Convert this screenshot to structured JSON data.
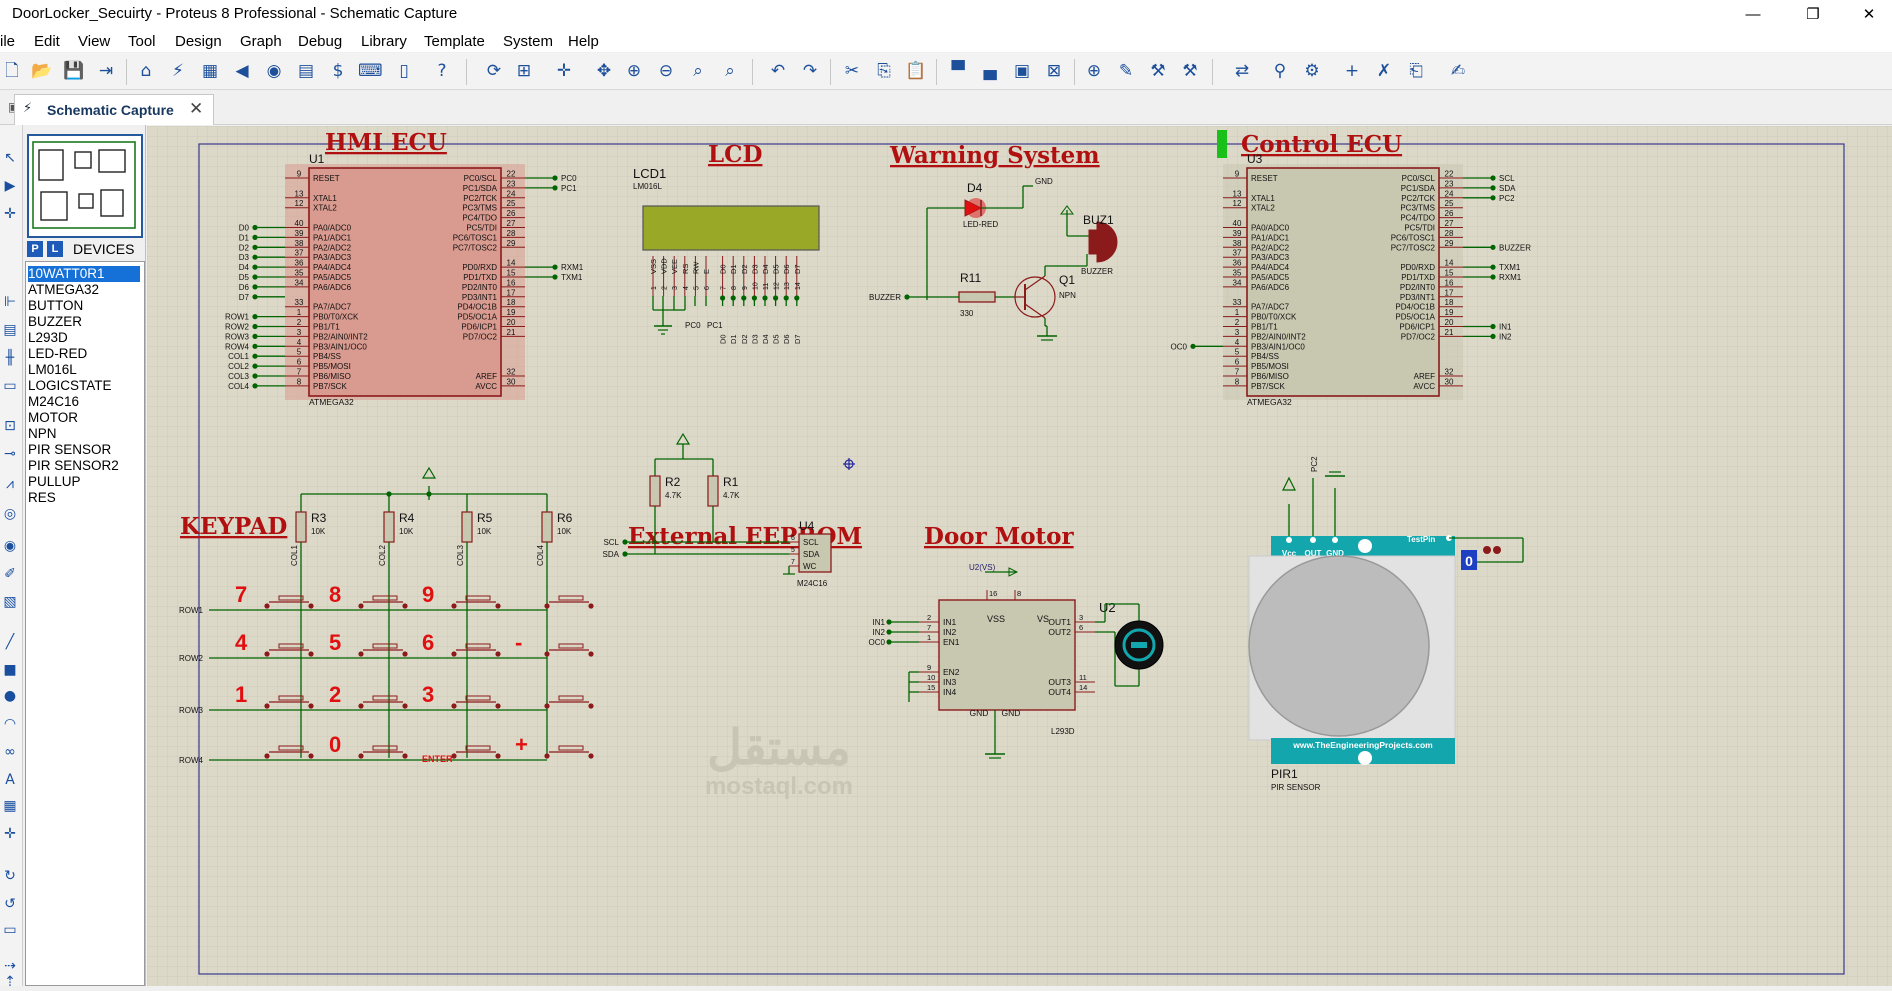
{
  "window": {
    "title": "DoorLocker_Secuirty - Proteus 8 Professional - Schematic Capture",
    "min_glyph": "—",
    "max_glyph": "❐",
    "close_glyph": "✕"
  },
  "menu": [
    "ile",
    "Edit",
    "View",
    "Tool",
    "Design",
    "Graph",
    "Debug",
    "Library",
    "Template",
    "System",
    "Help"
  ],
  "tab": {
    "label": "Schematic Capture",
    "close": "✕"
  },
  "panel": {
    "p_button": "P",
    "l_button": "L",
    "title": "DEVICES"
  },
  "devices": [
    "10WATT0R1",
    "ATMEGA32",
    "BUTTON",
    "BUZZER",
    "L293D",
    "LED-RED",
    "LM016L",
    "LOGICSTATE",
    "M24C16",
    "MOTOR",
    "NPN",
    "PIR SENSOR",
    "PIR SENSOR2",
    "PULLUP",
    "RES"
  ],
  "selected_device": "10WATT0R1",
  "colors": {
    "sheet": "#ddd9c9",
    "wire": "#006400",
    "body_red": "#d99a8f",
    "body_grey": "#c8c7b0",
    "outline": "#8b1a1a",
    "title_red": "#b01010",
    "lcd_screen": "#9aa828",
    "pir_teal": "#13a7ad",
    "selected_device": "#1570d8"
  },
  "schematic": {
    "section_titles": {
      "hmi": "HMI ECU",
      "lcd": "LCD",
      "warning": "Warning System",
      "control": "Control ECU",
      "keypad": "KEYPAD",
      "eeprom": "External EEPROM",
      "motor": "Door Motor"
    },
    "u1": {
      "ref": "U1",
      "part": "ATMEGA32",
      "left_pins": [
        [
          "9",
          "RESET"
        ],
        [
          "13",
          "XTAL1"
        ],
        [
          "12",
          "XTAL2"
        ],
        [
          "40",
          "PA0/ADC0"
        ],
        [
          "39",
          "PA1/ADC1"
        ],
        [
          "38",
          "PA2/ADC2"
        ],
        [
          "37",
          "PA3/ADC3"
        ],
        [
          "36",
          "PA4/ADC4"
        ],
        [
          "35",
          "PA5/ADC5"
        ],
        [
          "34",
          "PA6/ADC6"
        ],
        [
          "33",
          "PA7/ADC7"
        ],
        [
          "1",
          "PB0/T0/XCK"
        ],
        [
          "2",
          "PB1/T1"
        ],
        [
          "3",
          "PB2/AIN0/INT2"
        ],
        [
          "4",
          "PB3/AIN1/OC0"
        ],
        [
          "5",
          "PB4/SS"
        ],
        [
          "6",
          "PB5/MOSI"
        ],
        [
          "7",
          "PB6/MISO"
        ],
        [
          "8",
          "PB7/SCK"
        ]
      ],
      "right_pins": [
        [
          "22",
          "PC0/SCL"
        ],
        [
          "23",
          "PC1/SDA"
        ],
        [
          "24",
          "PC2/TCK"
        ],
        [
          "25",
          "PC3/TMS"
        ],
        [
          "26",
          "PC4/TDO"
        ],
        [
          "27",
          "PC5/TDI"
        ],
        [
          "28",
          "PC6/TOSC1"
        ],
        [
          "29",
          "PC7/TOSC2"
        ],
        [
          "14",
          "PD0/RXD"
        ],
        [
          "15",
          "PD1/TXD"
        ],
        [
          "16",
          "PD2/INT0"
        ],
        [
          "17",
          "PD3/INT1"
        ],
        [
          "18",
          "PD4/OC1B"
        ],
        [
          "19",
          "PD5/OC1A"
        ],
        [
          "20",
          "PD6/ICP1"
        ],
        [
          "21",
          "PD7/OC2"
        ],
        [
          "32",
          "AREF"
        ],
        [
          "30",
          "AVCC"
        ]
      ],
      "left_nets": [
        "D0",
        "D1",
        "D2",
        "D3",
        "D4",
        "D5",
        "D6",
        "D7",
        "ROW1",
        "ROW2",
        "ROW3",
        "ROW4",
        "COL1",
        "COL2",
        "COL3",
        "COL4"
      ],
      "right_nets": [
        "PC0",
        "PC1",
        "RXM1",
        "TXM1"
      ]
    },
    "u3": {
      "ref": "U3",
      "part": "ATMEGA32",
      "right_nets": [
        "SCL",
        "SDA",
        "PC2",
        "BUZZER",
        "TXM1",
        "RXM1",
        "IN1",
        "IN2"
      ],
      "left_nets": [
        "OC0"
      ]
    },
    "lcd": {
      "ref": "LCD1",
      "part": "LM016L",
      "pins": [
        "VSS",
        "VDD",
        "VEE",
        "RS",
        "RW",
        "E",
        "D0",
        "D1",
        "D2",
        "D3",
        "D4",
        "D5",
        "D6",
        "D7"
      ],
      "pin_numbers": [
        "1",
        "2",
        "3",
        "4",
        "5",
        "6",
        "7",
        "8",
        "9",
        "10",
        "11",
        "12",
        "13",
        "14"
      ],
      "nets": [
        "PC0",
        "PC1"
      ]
    },
    "warning": {
      "led_ref": "D4",
      "led_part": "LED-RED",
      "gnd": "GND",
      "res_ref": "R11",
      "res_val": "330",
      "q_ref": "Q1",
      "q_part": "NPN",
      "buz_ref": "BUZ1",
      "buz_part": "BUZZER",
      "net": "BUZZER"
    },
    "keypad": {
      "resistors": [
        {
          "ref": "R3",
          "val": "10K",
          "net": "COL1"
        },
        {
          "ref": "R4",
          "val": "10K",
          "net": "COL2"
        },
        {
          "ref": "R5",
          "val": "10K",
          "net": "COL3"
        },
        {
          "ref": "R6",
          "val": "10K",
          "net": "COL4"
        }
      ],
      "rows": [
        "ROW1",
        "ROW2",
        "ROW3",
        "ROW4"
      ],
      "keys": [
        [
          "7",
          "8",
          "9",
          ""
        ],
        [
          "4",
          "5",
          "6",
          "-"
        ],
        [
          "1",
          "2",
          "3",
          ""
        ],
        [
          "",
          "0",
          "ENTER",
          "+"
        ]
      ]
    },
    "eeprom": {
      "r2": {
        "ref": "R2",
        "val": "4.7K"
      },
      "r1": {
        "ref": "R1",
        "val": "4.7K"
      },
      "u4": {
        "ref": "U4",
        "part": "M24C16",
        "pins": [
          "SCL",
          "SDA",
          "WC"
        ],
        "pin_numbers": [
          "6",
          "5",
          "7"
        ]
      },
      "nets": [
        "SCL",
        "SDA"
      ]
    },
    "motor": {
      "u2": {
        "ref": "U2",
        "part": "L293D"
      },
      "vs_label": "U2(VS)",
      "left_pins": [
        [
          "2",
          "IN1"
        ],
        [
          "7",
          "IN2"
        ],
        [
          "1",
          "EN1"
        ],
        [
          "9",
          "EN2"
        ],
        [
          "10",
          "IN3"
        ],
        [
          "15",
          "IN4"
        ]
      ],
      "right_pins": [
        [
          "3",
          "OUT1"
        ],
        [
          "6",
          "OUT2"
        ],
        [
          "11",
          "OUT3"
        ],
        [
          "14",
          "OUT4"
        ]
      ],
      "top_pins": [
        [
          "16",
          "VSS"
        ],
        [
          "8",
          "VS"
        ]
      ],
      "bottom": [
        "GND",
        "GND"
      ],
      "nets": [
        "IN1",
        "IN2",
        "OC0"
      ]
    },
    "pir": {
      "ref": "PIR1",
      "part": "PIR SENSOR",
      "pins": [
        "Vcc",
        "OUT",
        "GND"
      ],
      "test_pin": "TestPin",
      "url": "www.TheEngineeringProjects.com",
      "net": "PC2",
      "logic_state": "0"
    },
    "watermark": {
      "arabic": "مستقل",
      "latin": "mostaql.com"
    }
  }
}
